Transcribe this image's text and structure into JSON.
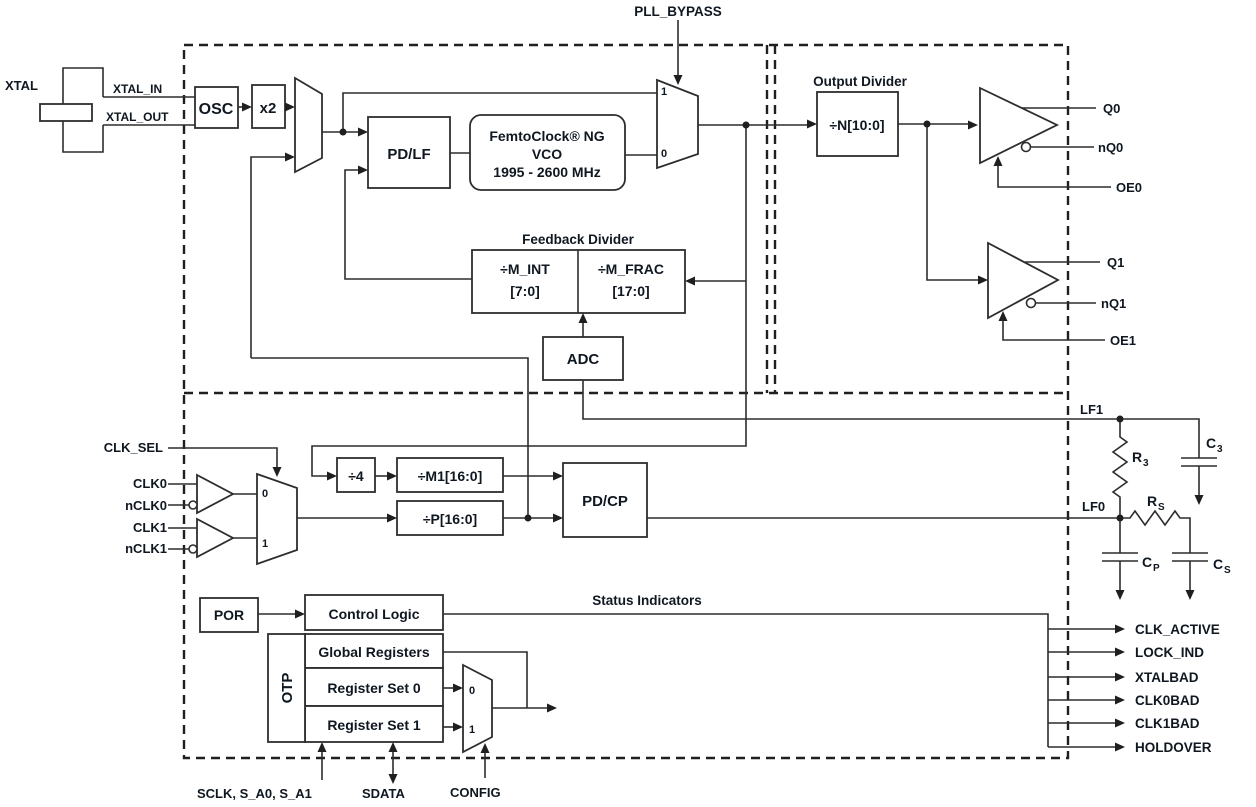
{
  "diagram": {
    "background": "#ffffff",
    "colors": {
      "line": "#2d2d2d",
      "text": "#0f1720",
      "dashed_boundary": "#1f1f1f"
    },
    "pins": {
      "xtal": "XTAL",
      "xtal_in": "XTAL_IN",
      "xtal_out": "XTAL_OUT",
      "pll_bypass": "PLL_BYPASS",
      "clk_sel": "CLK_SEL",
      "clk0": "CLK0",
      "nclk0": "nCLK0",
      "clk1": "CLK1",
      "nclk1": "nCLK1",
      "q0": "Q0",
      "nq0": "nQ0",
      "oe0": "OE0",
      "q1": "Q1",
      "nq1": "nQ1",
      "oe1": "OE1",
      "lf1": "LF1",
      "lf0": "LF0",
      "serial": "SCLK, S_A0, S_A1",
      "sdata": "SDATA",
      "config": "CONFIG"
    },
    "blocks": {
      "osc": "OSC",
      "x2": "x2",
      "pdlf": "PD/LF",
      "vco_line1": "FemtoClock® NG",
      "vco_line2": "VCO",
      "vco_line3": "1995 - 2600 MHz",
      "n_divider": "÷N[10:0]",
      "m_int_line1": "÷M_INT",
      "m_int_line2": "[7:0]",
      "m_frac_line1": "÷M_FRAC",
      "m_frac_line2": "[17:0]",
      "adc": "ADC",
      "div4": "÷4",
      "m1_divider": "÷M1[16:0]",
      "p_divider": "÷P[16:0]",
      "pdcp": "PD/CP",
      "por": "POR",
      "control_logic": "Control Logic",
      "otp": "OTP",
      "global_registers": "Global Registers",
      "register_set_0": "Register Set 0",
      "register_set_1": "Register Set 1"
    },
    "sections": {
      "output_divider": "Output Divider",
      "feedback_divider": "Feedback Divider",
      "status_indicators": "Status Indicators"
    },
    "mux": {
      "bypass_in1": "1",
      "bypass_in0": "0",
      "clk_in0": "0",
      "clk_in1": "1",
      "reg_in0": "0",
      "reg_in1": "1"
    },
    "status_outputs": [
      "CLK_ACTIVE",
      "LOCK_IND",
      "XTALBAD",
      "CLK0BAD",
      "CLK1BAD",
      "HOLDOVER"
    ],
    "passives": {
      "r3_base": "R",
      "r3_sub": "3",
      "c3_base": "C",
      "c3_sub": "3",
      "rs_base": "R",
      "rs_sub": "S",
      "cp_base": "C",
      "cp_sub": "P",
      "cs_base": "C",
      "cs_sub": "S"
    }
  }
}
